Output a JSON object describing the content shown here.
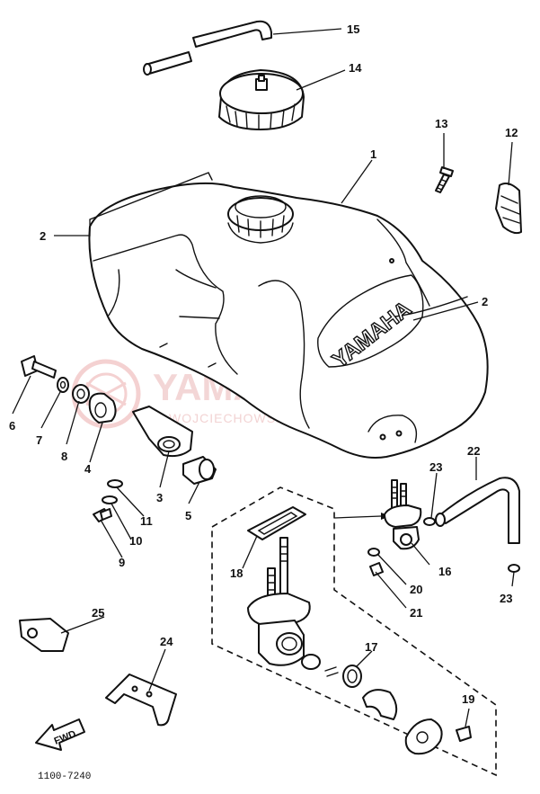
{
  "labels": {
    "p1": "1",
    "p2a": "2",
    "p2b": "2",
    "p3": "3",
    "p4": "4",
    "p5": "5",
    "p6": "6",
    "p7": "7",
    "p8": "8",
    "p9": "9",
    "p10": "10",
    "p11": "11",
    "p12": "12",
    "p13": "13",
    "p14": "14",
    "p15": "15",
    "p16": "16",
    "p17": "17",
    "p18": "18",
    "p19": "19",
    "p20": "20",
    "p21": "21",
    "p22": "22",
    "p23a": "23",
    "p23b": "23",
    "p24": "24",
    "p25": "25"
  },
  "tank_brand": "YAMAHA",
  "direction_arrow": "FWD",
  "diagram_code": "1100-7240",
  "watermark": {
    "title": "YAMA-SKLEP.PL",
    "subtitle": "WOJCIECHOWSKI DEALER YAMAHA",
    "logo_color": "#e89a9a"
  }
}
